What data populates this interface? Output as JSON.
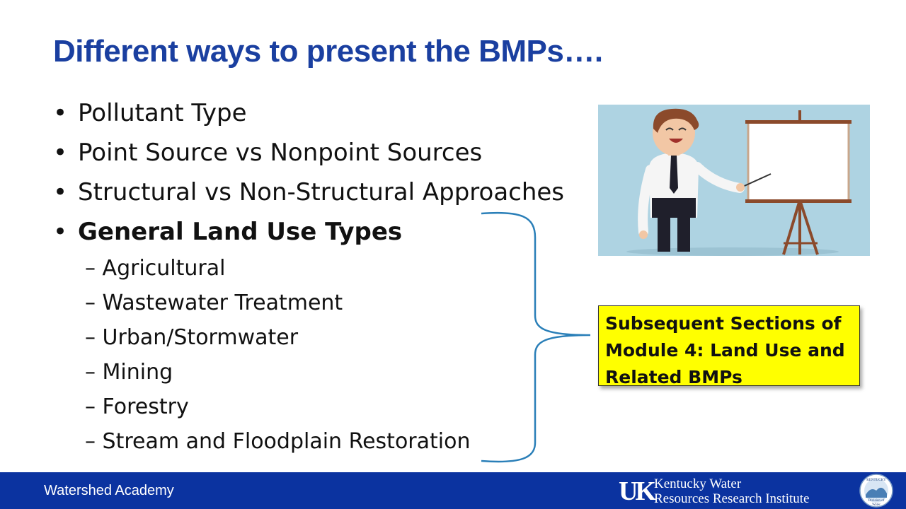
{
  "slide": {
    "title": "Different ways to present the BMPs….",
    "bullet_symbol": "•",
    "dash_symbol": "–",
    "bullets": [
      {
        "text": "Pollutant Type"
      },
      {
        "text": "Point Source vs Nonpoint Sources"
      },
      {
        "text": "Structural vs Non-Structural Approaches"
      },
      {
        "text": "General Land Use Types"
      }
    ],
    "sub_bullets": [
      {
        "text": "Agricultural"
      },
      {
        "text": "Wastewater Treatment"
      },
      {
        "text": "Urban/Stormwater"
      },
      {
        "text": "Mining"
      },
      {
        "text": "Forestry"
      },
      {
        "text": "Stream and Floodplain Restoration"
      }
    ],
    "callout": {
      "lines": [
        "Subsequent Sections of",
        "Module 4: Land Use and",
        "Related BMPs"
      ],
      "background": "#ffff00"
    },
    "illustration": "presenter-at-whiteboard-illustration"
  },
  "footer": {
    "left_text": "Watershed Academy",
    "logo_mark": "UK",
    "institute_lines": [
      "Kentucky Water",
      "Resources Research Institute"
    ],
    "seal_text": [
      "KENTUCKY",
      "Division of",
      "Water"
    ],
    "background": "#0b33a0"
  },
  "colors": {
    "title": "#1a3fa0",
    "brace": "#2a7fb8"
  }
}
